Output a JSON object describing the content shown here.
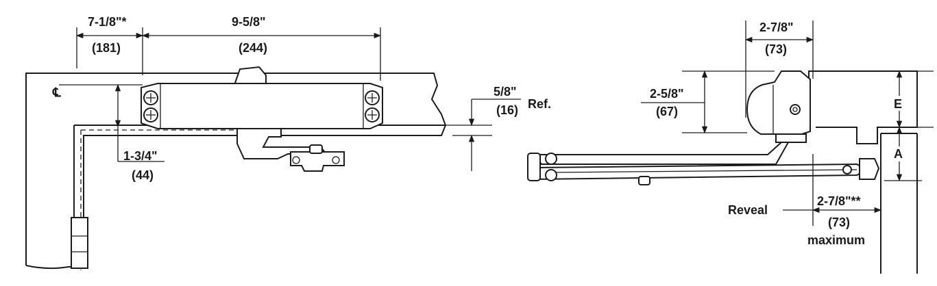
{
  "left_view": {
    "dim_top_left": {
      "inch": "7-1/8\"*",
      "mm": "(181)"
    },
    "dim_top_main": {
      "inch": "9-5/8\"",
      "mm": "(244)"
    },
    "dim_ref": {
      "inch": "5/8\"",
      "mm": "(16)",
      "suffix": "Ref."
    },
    "dim_centerline": {
      "inch": "1-3/4\"",
      "mm": "(44)"
    },
    "centerline_symbol": "℄"
  },
  "right_view": {
    "dim_top": {
      "inch": "2-7/8\"",
      "mm": "(73)"
    },
    "dim_height": {
      "inch": "2-5/8\"",
      "mm": "(67)"
    },
    "label_e": "E",
    "label_a": "A",
    "reveal_label": "Reveal",
    "dim_reveal": {
      "inch": "2-7/8\"**",
      "mm": "(73)",
      "note": "maximum"
    }
  }
}
